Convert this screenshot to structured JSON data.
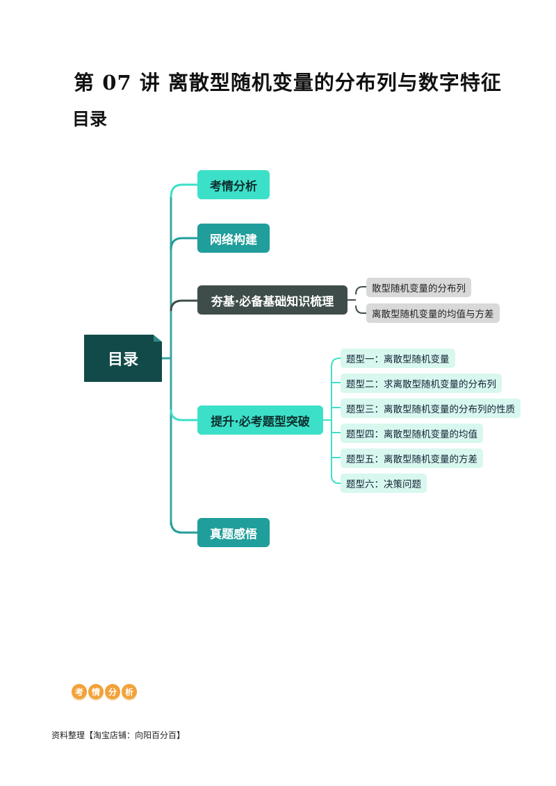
{
  "document": {
    "title": "第 07 讲  离散型随机变量的分布列与数字特征",
    "subtitle": "目录"
  },
  "mindmap": {
    "root": "目录",
    "branches": [
      {
        "label": "考情分析"
      },
      {
        "label": "网络构建"
      },
      {
        "label": "夯基·必备基础知识梳理",
        "children": [
          "散型随机变量的分布列",
          "离散型随机变量的均值与方差"
        ]
      },
      {
        "label": "提升·必考题型突破",
        "children": [
          "题型一：离散型随机变量",
          "题型二：求离散型随机变量的分布列",
          "题型三：离散型随机变量的分布列的性质",
          "题型四：离散型随机变量的均值",
          "题型五：离散型随机变量的方差",
          "题型六：决策问题"
        ]
      },
      {
        "label": "真题感悟"
      }
    ]
  },
  "section_badge": {
    "chars": [
      "考",
      "情",
      "分",
      "析"
    ]
  },
  "footer": "资料整理【淘宝店铺：向阳百分百】",
  "colors": {
    "root": "#114a48",
    "node_light": "#3ce0c8",
    "node_dark": "#209e9b",
    "node_slate": "#3f4d4a",
    "leaf_gray": "#d9d9d9",
    "leaf_mint": "#d8f7ef",
    "badge": "#f2a23a"
  }
}
